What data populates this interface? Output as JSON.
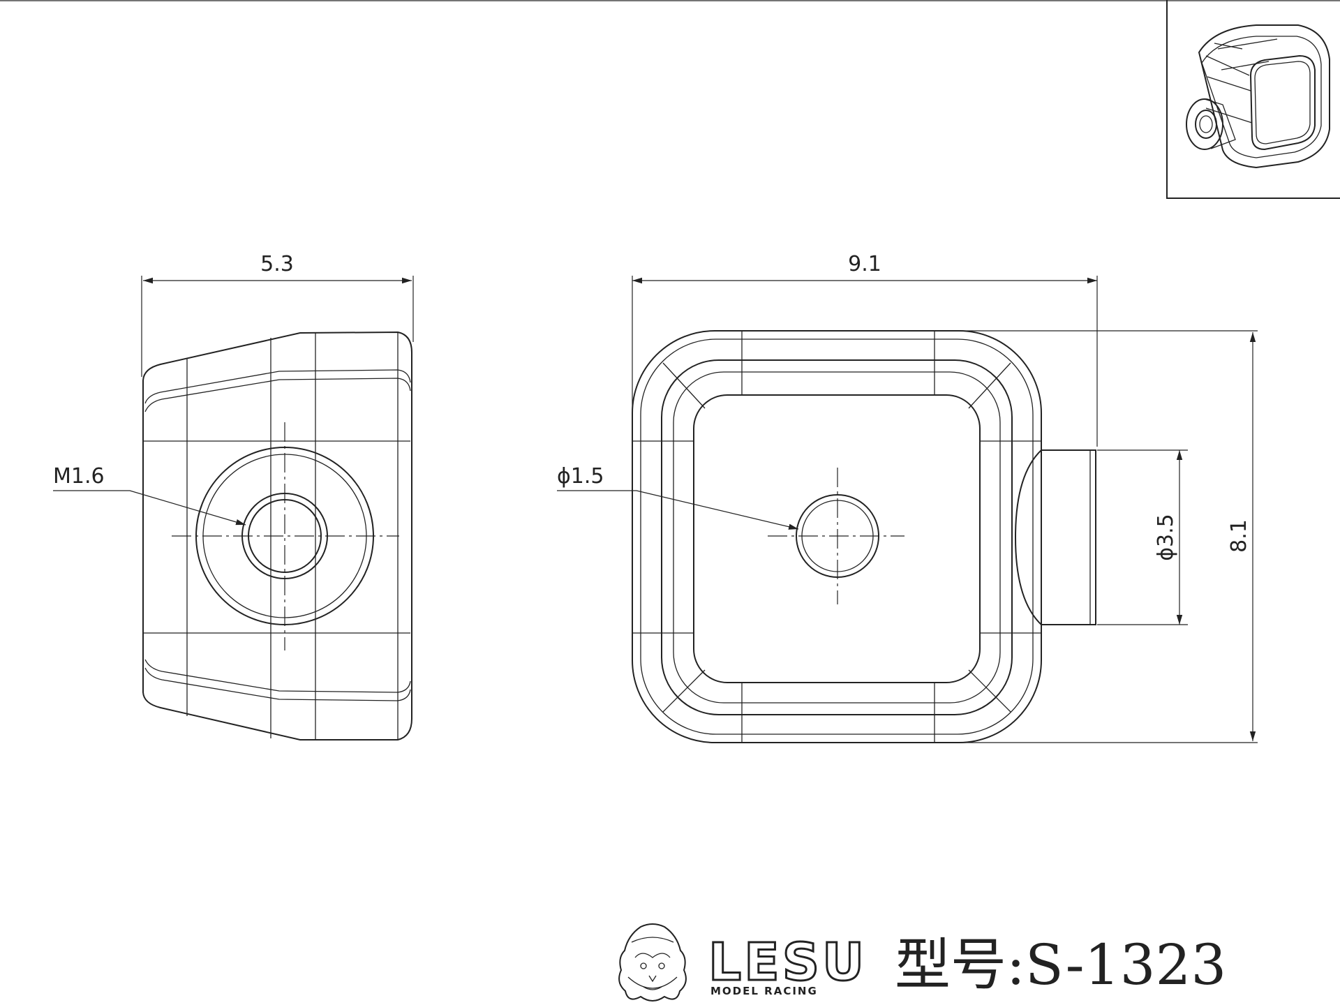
{
  "dimensions": {
    "side_width": "5.3",
    "side_thread": "M1.6",
    "front_width": "9.1",
    "front_hole": "ϕ1.5",
    "boss_diameter": "ϕ3.5",
    "height": "8.1"
  },
  "footer": {
    "brand": "LESU",
    "brand_tagline": "MODEL RACING",
    "model_number": "型号:S-1323"
  },
  "icons": {
    "logo": "lion-head-icon"
  },
  "colors": {
    "line": "#222222",
    "background": "#ffffff"
  }
}
